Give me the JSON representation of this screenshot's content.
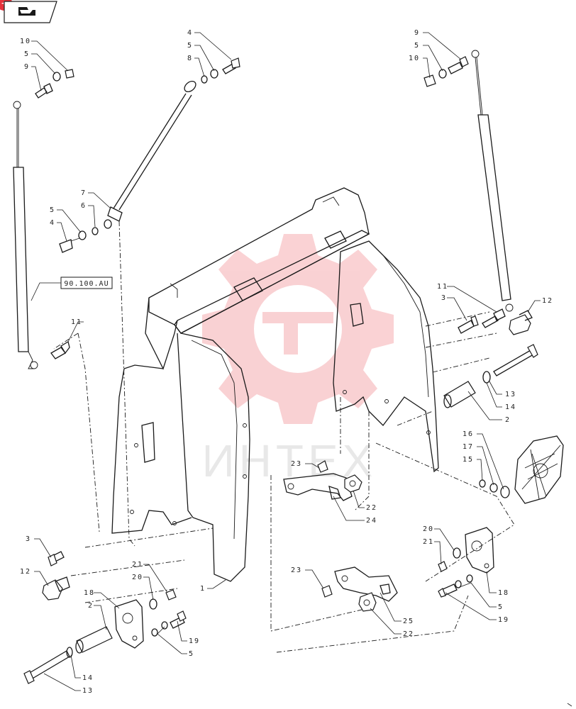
{
  "diagram": {
    "reference_box": "90.100.AU",
    "watermark_text": "ИНТЕХ",
    "watermark_color": "#e8323c",
    "badge_color": "#e8323c",
    "badge_icon": "plus-icon",
    "nav_icon": "return-arrow-icon",
    "callouts": [
      {
        "id": "c10a",
        "text": "10"
      },
      {
        "id": "c5a",
        "text": "5"
      },
      {
        "id": "c9a",
        "text": "9"
      },
      {
        "id": "c4a",
        "text": "4"
      },
      {
        "id": "c5b",
        "text": "5"
      },
      {
        "id": "c8a",
        "text": "8"
      },
      {
        "id": "c9b",
        "text": "9"
      },
      {
        "id": "c5c",
        "text": "5"
      },
      {
        "id": "c10b",
        "text": "10"
      },
      {
        "id": "c7",
        "text": "7"
      },
      {
        "id": "c5d",
        "text": "5"
      },
      {
        "id": "c6",
        "text": "6"
      },
      {
        "id": "c4b",
        "text": "4"
      },
      {
        "id": "c11a",
        "text": "11"
      },
      {
        "id": "c11b",
        "text": "11"
      },
      {
        "id": "c3a",
        "text": "3"
      },
      {
        "id": "c12a",
        "text": "12"
      },
      {
        "id": "c13a",
        "text": "13"
      },
      {
        "id": "c14a",
        "text": "14"
      },
      {
        "id": "c2a",
        "text": "2"
      },
      {
        "id": "c16",
        "text": "16"
      },
      {
        "id": "c17",
        "text": "17"
      },
      {
        "id": "c15",
        "text": "15"
      },
      {
        "id": "c23a",
        "text": "23"
      },
      {
        "id": "c22a",
        "text": "22"
      },
      {
        "id": "c24",
        "text": "24"
      },
      {
        "id": "c3b",
        "text": "3"
      },
      {
        "id": "c12b",
        "text": "12"
      },
      {
        "id": "c18a",
        "text": "18"
      },
      {
        "id": "c2b",
        "text": "2"
      },
      {
        "id": "c21a",
        "text": "21"
      },
      {
        "id": "c20a",
        "text": "20"
      },
      {
        "id": "c1",
        "text": "1"
      },
      {
        "id": "c19a",
        "text": "19"
      },
      {
        "id": "c5e",
        "text": "5"
      },
      {
        "id": "c14b",
        "text": "14"
      },
      {
        "id": "c13b",
        "text": "13"
      },
      {
        "id": "c23b",
        "text": "23"
      },
      {
        "id": "c25",
        "text": "25"
      },
      {
        "id": "c22b",
        "text": "22"
      },
      {
        "id": "c20b",
        "text": "20"
      },
      {
        "id": "c21b",
        "text": "21"
      },
      {
        "id": "c18b",
        "text": "18"
      },
      {
        "id": "c5f",
        "text": "5"
      },
      {
        "id": "c19b",
        "text": "19"
      }
    ]
  }
}
